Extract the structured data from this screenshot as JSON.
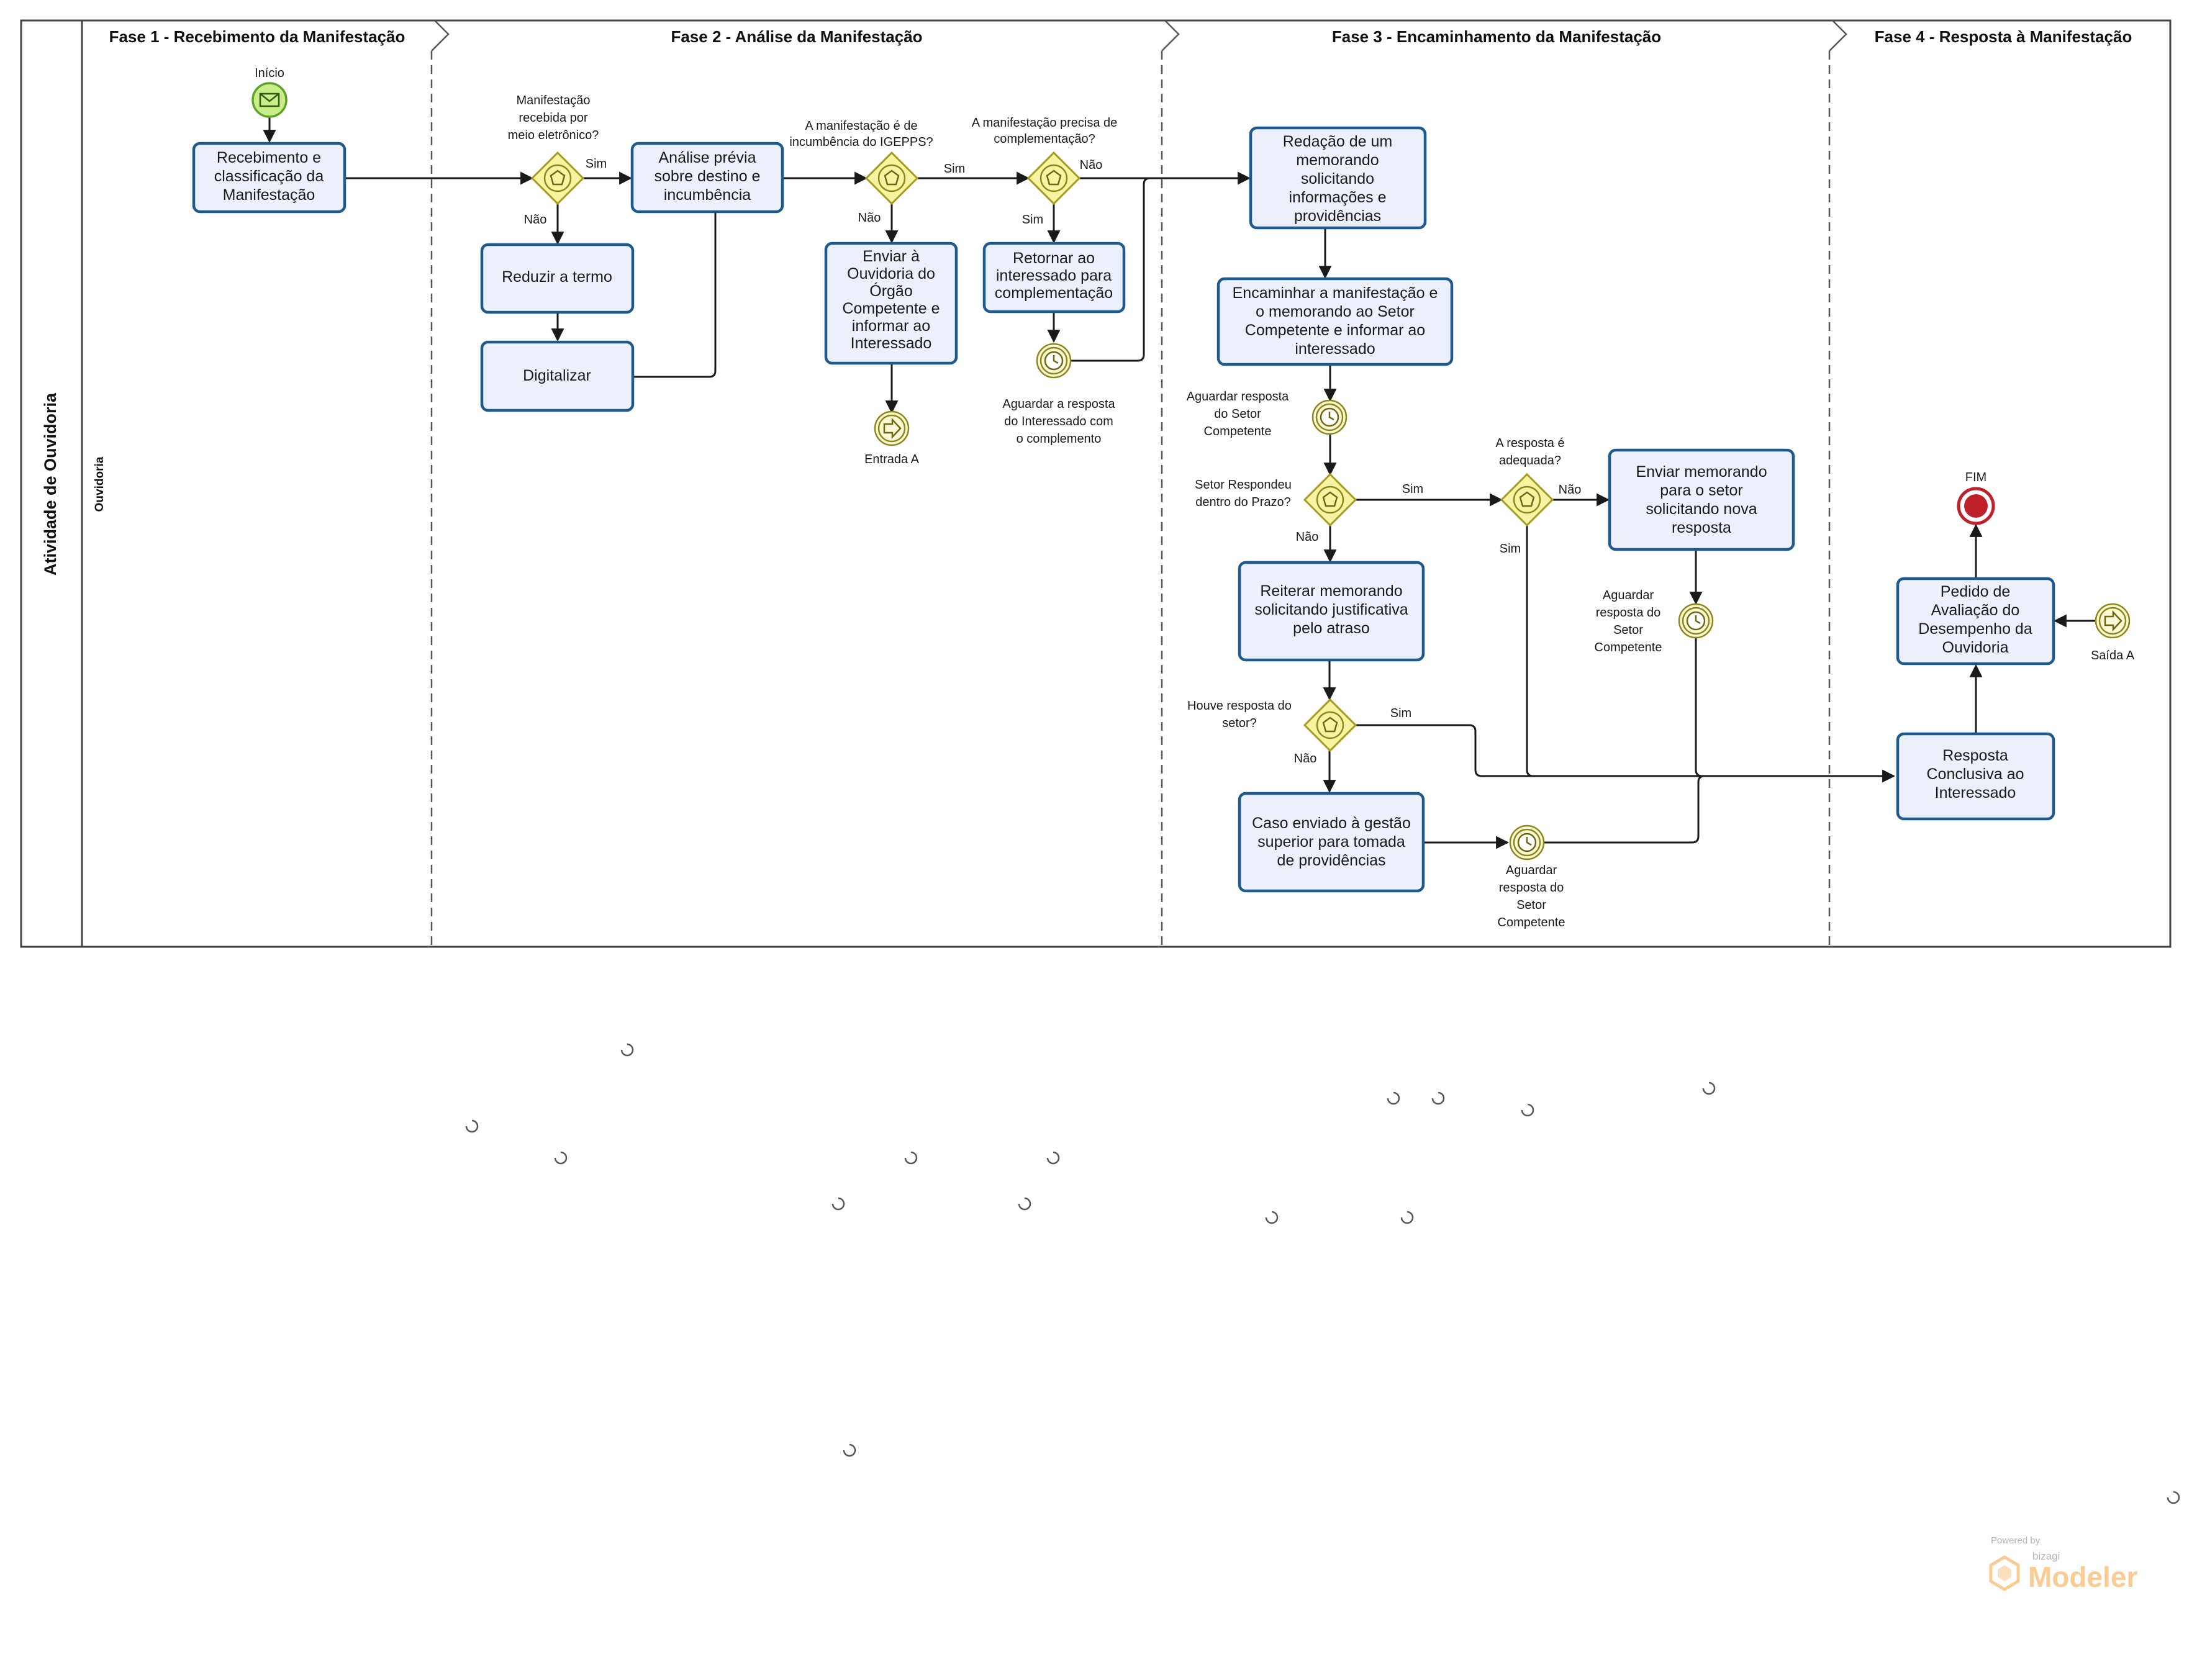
{
  "pool": {
    "title": "Atividade de Ouvidoria",
    "lane": "Ouvidoria"
  },
  "phases": [
    "Fase 1 - Recebimento da Manifestação",
    "Fase 2 - Análise da Manifestação",
    "Fase 3 - Encaminhamento da Manifestação",
    "Fase 4 - Resposta à Manifestação"
  ],
  "events": {
    "start": "Início",
    "end": "FIM",
    "entrada_a": "Entrada A",
    "saida_a": "Saída A"
  },
  "tasks": {
    "recebimento": [
      "Recebimento e",
      "classificação da",
      "Manifestação"
    ],
    "reduzir": [
      "Reduzir a termo"
    ],
    "digitalizar": [
      "Digitalizar"
    ],
    "analise": [
      "Análise prévia",
      "sobre destino e",
      "incumbência"
    ],
    "enviar_ouvidoria": [
      "Enviar à",
      "Ouvidoria do",
      "Órgão",
      "Competente e",
      "informar ao",
      "Interessado"
    ],
    "retornar": [
      "Retornar ao",
      "interessado para",
      "complementação"
    ],
    "redacao": [
      "Redação de um",
      "memorando",
      "solicitando",
      "informações e",
      "providências"
    ],
    "encaminhar": [
      "Encaminhar a manifestação e",
      "o memorando ao Setor",
      "Competente e informar ao",
      "interessado"
    ],
    "reiterar": [
      "Reiterar memorando",
      "solicitando justificativa",
      "pelo atraso"
    ],
    "caso_enviado": [
      "Caso enviado  à gestão",
      "superior para tomada",
      "de providências"
    ],
    "enviar_memorando": [
      "Enviar memorando",
      "para o setor",
      "solicitando nova",
      "resposta"
    ],
    "pedido": [
      "Pedido de",
      "Avaliação do",
      "Desempenho da",
      "Ouvidoria"
    ],
    "resposta": [
      "Resposta",
      "Conclusiva ao",
      "Interessado"
    ]
  },
  "gateways": {
    "g1": [
      "Manifestação",
      "recebida por",
      "meio eletrônico?"
    ],
    "g2": [
      "A manifestação é de",
      "incumbência do IGEPPS?"
    ],
    "g3": [
      "A manifestação precisa de",
      "complementação?"
    ],
    "g4": [
      "Setor Respondeu",
      "dentro do Prazo?"
    ],
    "g5": [
      "A resposta é",
      "adequada?"
    ],
    "g6": [
      "Houve resposta do",
      "setor?"
    ]
  },
  "timers": {
    "t1": [
      "Aguardar a resposta",
      "do Interessado com",
      "o complemento"
    ],
    "t2": [
      "Aguardar resposta",
      "do Setor",
      "Competente"
    ],
    "t3": [
      "Aguardar",
      "resposta do",
      "Setor",
      "Competente"
    ],
    "t4": [
      "Aguardar",
      "resposta do",
      "Setor",
      "Competente"
    ]
  },
  "flow_labels": {
    "yes": "Sim",
    "no": "Não"
  },
  "watermark": {
    "powered": "Powered by",
    "brand": "bizagi",
    "product": "Modeler"
  },
  "colors": {
    "task_fill": "#ecf0fb",
    "task_stroke": "#1f5a8c",
    "gateway_fill": "#f6f3a3",
    "gateway_stroke": "#a59b1c",
    "start_fill": "#c8ee8a",
    "start_stroke": "#5ea22a",
    "end_fill": "#c0202a",
    "watermark": "#f7a23a"
  },
  "icons": [
    "envelope-icon",
    "clock-icon",
    "pentagon-icon",
    "arrow-right-icon"
  ]
}
